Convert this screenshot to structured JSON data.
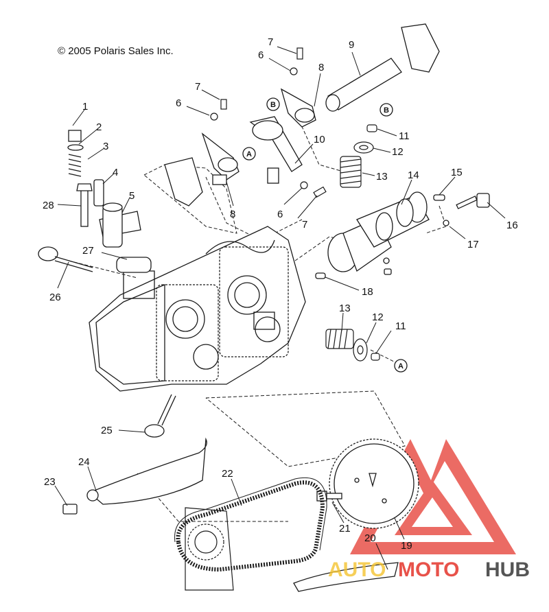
{
  "copyright": "© 2005 Polaris Sales Inc.",
  "callouts": [
    "1",
    "2",
    "3",
    "4",
    "5",
    "6",
    "7",
    "8",
    "9",
    "10",
    "11",
    "12",
    "13",
    "14",
    "15",
    "16",
    "17",
    "18",
    "19",
    "20",
    "21",
    "22",
    "23",
    "24",
    "25",
    "26",
    "27",
    "28"
  ],
  "ref_markers": [
    "A",
    "B"
  ],
  "watermark": {
    "auto": "AUTO",
    "moto": "MOTO",
    "hub": "HUB",
    "colors": {
      "logo": "#e8524a",
      "auto": "#f5c430",
      "moto": "#e8524a",
      "hub": "#555555"
    }
  },
  "line_color": "#1a1a1a"
}
